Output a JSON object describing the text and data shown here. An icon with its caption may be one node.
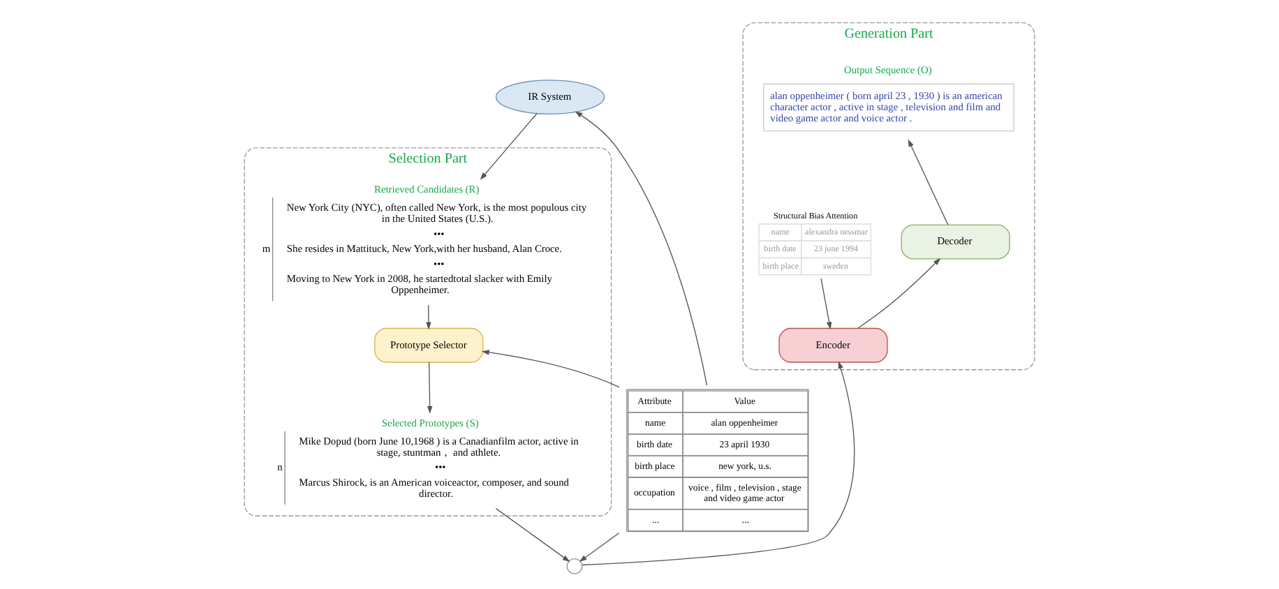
{
  "diagram": {
    "nodes": [
      {
        "text": [
          "Selection Part"
        ]
      },
      {
        "text": [
          "Retrieved Candidates (R)",
          "m",
          "New York City (NYC), often called New York, is the most populous city in the United States (U.S.).",
          "•••",
          "She resides in Mattituck, New York,with her husband, Alan Croce.",
          "•••",
          "Moving to New York in 2008, he startedtotal slacker with Emily Oppenheimer."
        ],
        "in": 0
      },
      {
        "text": [
          "Prototype Selector"
        ],
        "in": 0
      },
      {
        "text": [
          "Selected Prototypes (S)",
          "n",
          "Mike Dopud (born June 10,1968 ) is a Canadianfilm actor, active in stage, stuntman， and athlete.",
          "•••",
          "Marcus Shirock, is an American voiceactor, composer, and sound director."
        ],
        "in": 0
      },
      {
        "text": [
          "Generation Part"
        ]
      },
      {
        "text": [
          "Output Sequence (O)",
          "alan oppenheimer ( born april 23 , 1930 ) is an american character actor , active in stage , television and film and video game actor and voice actor ."
        ],
        "in": 4
      },
      {
        "text": [
          "Decoder"
        ],
        "in": 4
      },
      {
        "text": [
          "Encoder"
        ],
        "in": 4
      },
      {
        "text": [
          "Structural Bias Attention",
          "name",
          "alexandra nessmar",
          "birth date",
          "23 june 1994",
          "birth place",
          "sweden"
        ],
        "in": 4
      },
      {
        "text": [
          "IR System"
        ]
      },
      {
        "text": [
          "Attribute",
          "Value",
          "name",
          "alan oppenheimer",
          "birth date",
          "23 april 1930",
          "birth place",
          "new york, u.s.",
          "occupation",
          "voice , film , television , stage and video game actor",
          "...",
          "..."
        ]
      },
      {
        "text": [],
        "shape": "circle"
      }
    ],
    "edges": [
      {
        "from": 10,
        "to": 9,
        "arrow": "to"
      },
      {
        "from": 9,
        "to": 1,
        "arrow": "to"
      },
      {
        "from": 10,
        "to": 2,
        "arrow": "to"
      },
      {
        "from": 1,
        "to": 2,
        "arrow": "to"
      },
      {
        "from": 2,
        "to": 3,
        "arrow": "to"
      },
      {
        "from": 3,
        "to": 11,
        "arrow": "to"
      },
      {
        "from": 10,
        "to": 11,
        "arrow": "to"
      },
      {
        "from": 11,
        "to": 7,
        "arrow": "to"
      },
      {
        "from": 7,
        "to": 6,
        "arrow": "to"
      },
      {
        "from": 6,
        "to": 5,
        "arrow": "to"
      },
      {
        "from": 8,
        "to": 7,
        "arrow": "to"
      }
    ]
  }
}
